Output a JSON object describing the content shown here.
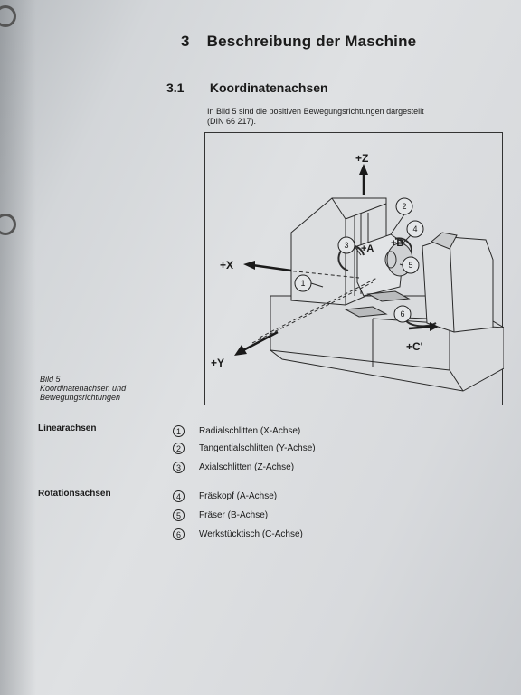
{
  "chapter": {
    "number": "3",
    "title": "Beschreibung der Maschine"
  },
  "section": {
    "number": "3.1",
    "title": "Koordinatenachsen"
  },
  "intro": {
    "line1": "In Bild 5 sind die positiven Bewegungsrichtungen dargestellt",
    "line2": "(DIN 66 217)."
  },
  "figure": {
    "labels": {
      "z": "+Z",
      "x": "+X",
      "y": "+Y",
      "a": "+A",
      "b": "+B",
      "c": "+C'"
    },
    "callouts": [
      "1",
      "2",
      "3",
      "4",
      "5",
      "6"
    ]
  },
  "caption": {
    "line1": "Bild 5",
    "line2": "Koordinatenachsen und",
    "line3": "Bewegungsrichtungen"
  },
  "linear": {
    "label": "Linearachsen",
    "items": [
      {
        "num": "1",
        "text": "Radialschlitten (X-Achse)"
      },
      {
        "num": "2",
        "text": "Tangentialschlitten (Y-Achse)"
      },
      {
        "num": "3",
        "text": "Axialschlitten (Z-Achse)"
      }
    ]
  },
  "rotation": {
    "label": "Rotationsachsen",
    "items": [
      {
        "num": "4",
        "text": "Fräskopf (A-Achse)"
      },
      {
        "num": "5",
        "text": "Fräser (B-Achse)"
      },
      {
        "num": "6",
        "text": "Werkstücktisch (C-Achse)"
      }
    ]
  }
}
